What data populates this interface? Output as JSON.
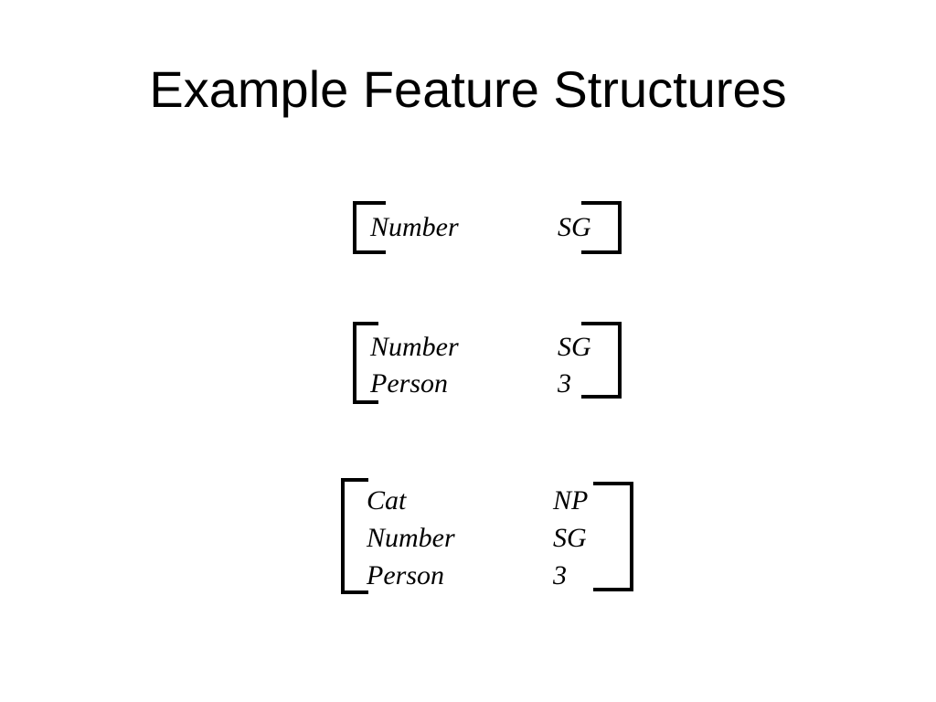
{
  "slide": {
    "title": "Example Feature Structures"
  },
  "feature_structures": [
    {
      "rows": [
        {
          "feature": "Number",
          "value": "SG"
        }
      ]
    },
    {
      "rows": [
        {
          "feature": "Number",
          "value": "SG"
        },
        {
          "feature": "Person",
          "value": "3"
        }
      ]
    },
    {
      "rows": [
        {
          "feature": "Cat",
          "value": "NP"
        },
        {
          "feature": "Number",
          "value": "SG"
        },
        {
          "feature": "Person",
          "value": "3"
        }
      ]
    }
  ]
}
